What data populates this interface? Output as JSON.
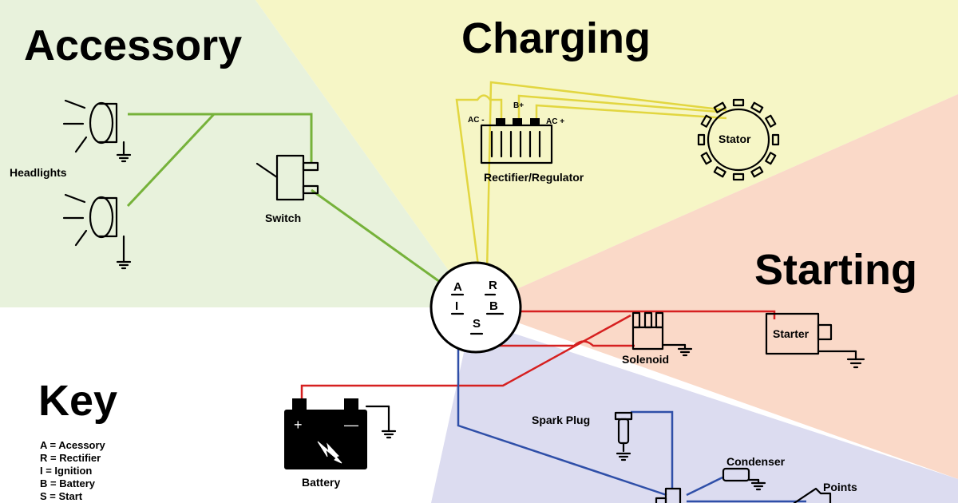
{
  "sections": {
    "accessory": "Accessory",
    "charging": "Charging",
    "starting": "Starting",
    "key": "Key"
  },
  "components": {
    "headlights": "Headlights",
    "switch": "Switch",
    "rectifier_regulator": "Rectifier/Regulator",
    "ac_minus": "AC -",
    "b_plus": "B+",
    "ac_plus": "AC +",
    "stator": "Stator",
    "starter": "Starter",
    "solenoid": "Solenoid",
    "battery": "Battery",
    "battery_plus": "+",
    "battery_minus": "—",
    "spark_plug": "Spark Plug",
    "condenser": "Condenser",
    "points": "Points"
  },
  "ignition_terminals": {
    "a": "A",
    "r": "R",
    "i": "I",
    "b": "B",
    "s": "S"
  },
  "legend": [
    "A = Acessory",
    "R = Rectifier",
    "I = Ignition",
    "B = Battery",
    "S = Start"
  ],
  "colors": {
    "accessory_zone": "#e8f2dc",
    "charging_zone": "#f6f6c6",
    "starting_zone": "#fad9c8",
    "ignition_zone": "#dcdcf0",
    "green_wire": "#76b23a",
    "yellow_wire": "#e2d640",
    "red_wire": "#d62020",
    "blue_wire": "#2f4fa8"
  }
}
